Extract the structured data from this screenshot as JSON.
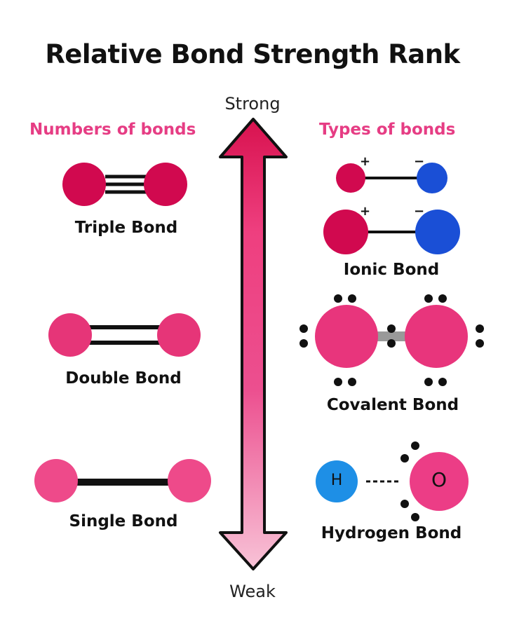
{
  "title": "Relative Bond Strength Rank",
  "strong_label": "Strong",
  "weak_label": "Weak",
  "left_heading": "Numbers of bonds",
  "right_heading": "Types of bonds",
  "bonds_by_number": [
    "Triple Bond",
    "Double Bond",
    "Single Bond"
  ],
  "bonds_by_type": [
    "Ionic Bond",
    "Covalent Bond",
    "Hydrogen Bond"
  ],
  "ionic_charges": {
    "positive": "+",
    "negative": "−"
  },
  "hydrogen_atoms": {
    "h": "H",
    "o": "O"
  },
  "colors": {
    "accent_pink": "#e63d84",
    "deep_red": "#d1094f",
    "pink": "#ec3d86",
    "blue": "#1a4fd6",
    "light_blue": "#1e8fe6"
  }
}
